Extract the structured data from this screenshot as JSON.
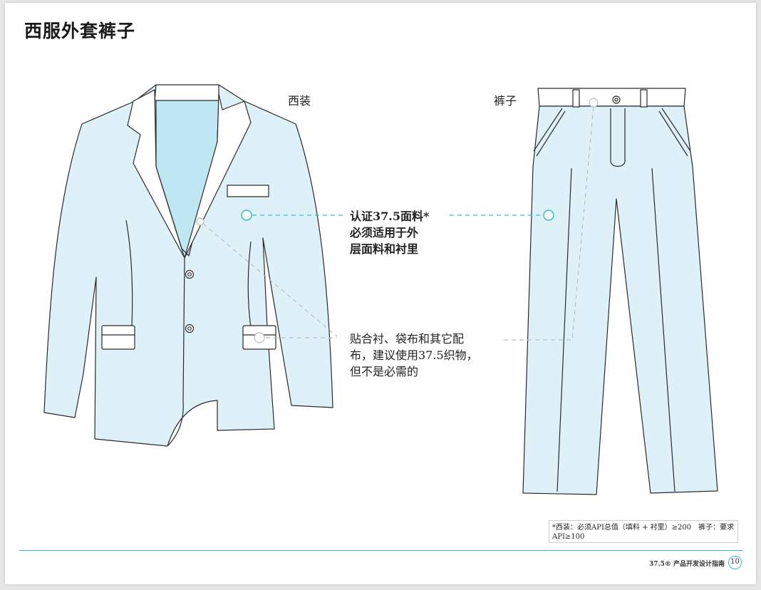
{
  "page": {
    "title": "西服外套裤子",
    "labels": {
      "suit": "西装",
      "pants": "裤子"
    },
    "callouts": {
      "fabric": [
        "认证37.5面料*",
        "必须适用于外",
        "层面料和衬里"
      ],
      "lining": [
        "贴合衬、袋布和其它配",
        "布，建议使用37.5织物，",
        "但不是必需的"
      ]
    },
    "footnote": "*西装：必须API总值（填料 + 衬里）≥200　裤子：要求API≥100",
    "footer": {
      "guide_title": "37.5® 产品开发设计指南",
      "page_number": "10"
    }
  },
  "colors": {
    "garment_fill": "#dff1f8",
    "shirt_fill": "#bfe6f3",
    "accent_cyan": "#36bcd2",
    "outline": "#2a2a2a",
    "dashed_gray": "#bdbdbd"
  }
}
